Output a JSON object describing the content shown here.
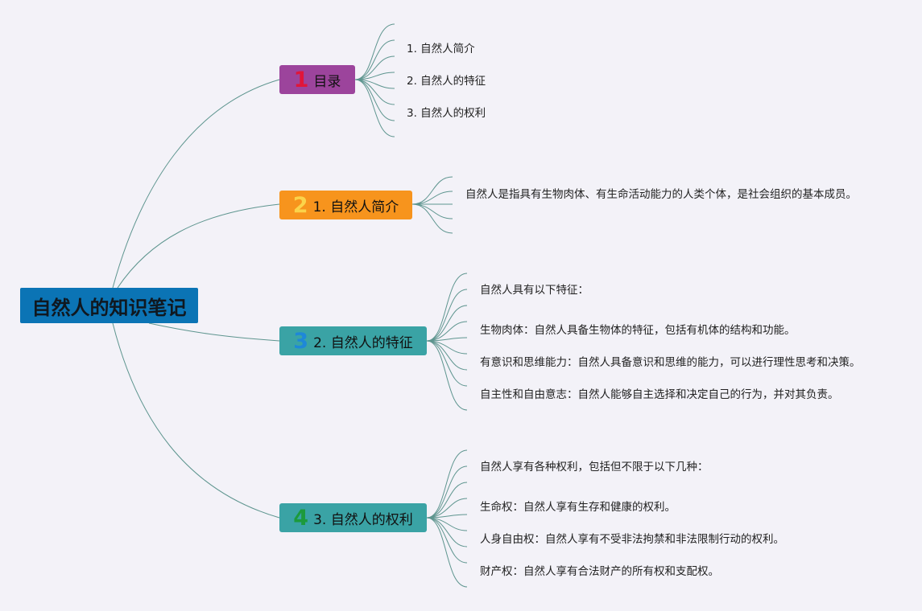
{
  "root": {
    "title": "自然人的知识笔记"
  },
  "topics": [
    {
      "number": "1",
      "label": "目录",
      "fill": "#9c449c",
      "number_color": "#e0163a",
      "leaves": [
        "1. 自然人简介",
        "2. 自然人的特征",
        "3. 自然人的权利"
      ]
    },
    {
      "number": "2",
      "label": "1. 自然人简介",
      "fill": "#f7941d",
      "number_color": "#fbd34a",
      "leaves": [
        "自然人是指具有生物肉体、有生命活动能力的人类个体，是社会组织的基本成员。"
      ]
    },
    {
      "number": "3",
      "label": "2. 自然人的特征",
      "fill": "#3aa3a5",
      "number_color": "#1e88d8",
      "leaves": [
        "自然人具有以下特征：",
        "生物肉体：自然人具备生物体的特征，包括有机体的结构和功能。",
        "有意识和思维能力：自然人具备意识和思维的能力，可以进行理性思考和决策。",
        "自主性和自由意志：自然人能够自主选择和决定自己的行为，并对其负责。"
      ]
    },
    {
      "number": "4",
      "label": "3. 自然人的权利",
      "fill": "#3aa3a5",
      "number_color": "#1c9a3c",
      "leaves": [
        "自然人享有各种权利，包括但不限于以下几种：",
        "生命权：自然人享有生存和健康的权利。",
        "人身自由权：自然人享有不受非法拘禁和非法限制行动的权利。",
        "财产权：自然人享有合法财产的所有权和支配权。"
      ]
    }
  ]
}
